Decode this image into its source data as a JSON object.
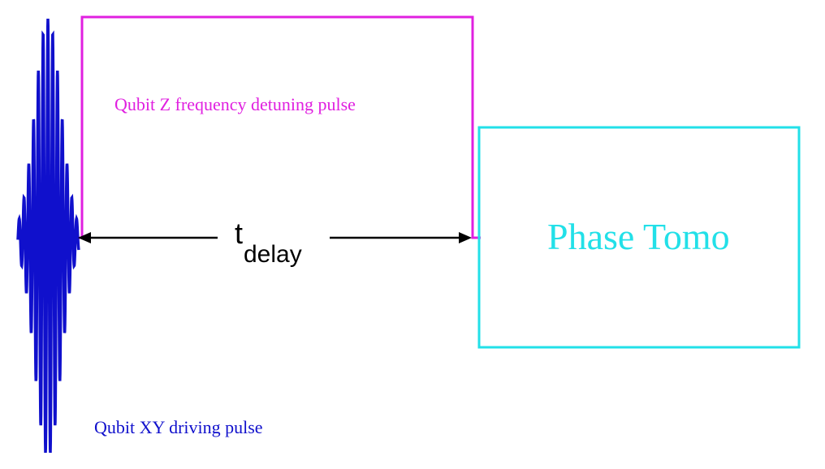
{
  "labels": {
    "z_pulse": "Qubit Z frequency detuning pulse",
    "xy_pulse": "Qubit XY driving pulse",
    "phase_tomo": "Phase Tomo",
    "t_delay_main": "t",
    "t_delay_sub": "delay"
  },
  "colors": {
    "z_pulse": "#e020e0",
    "xy_pulse": "#1010cc",
    "phase_tomo": "#22e0e8",
    "arrow": "#000000"
  }
}
